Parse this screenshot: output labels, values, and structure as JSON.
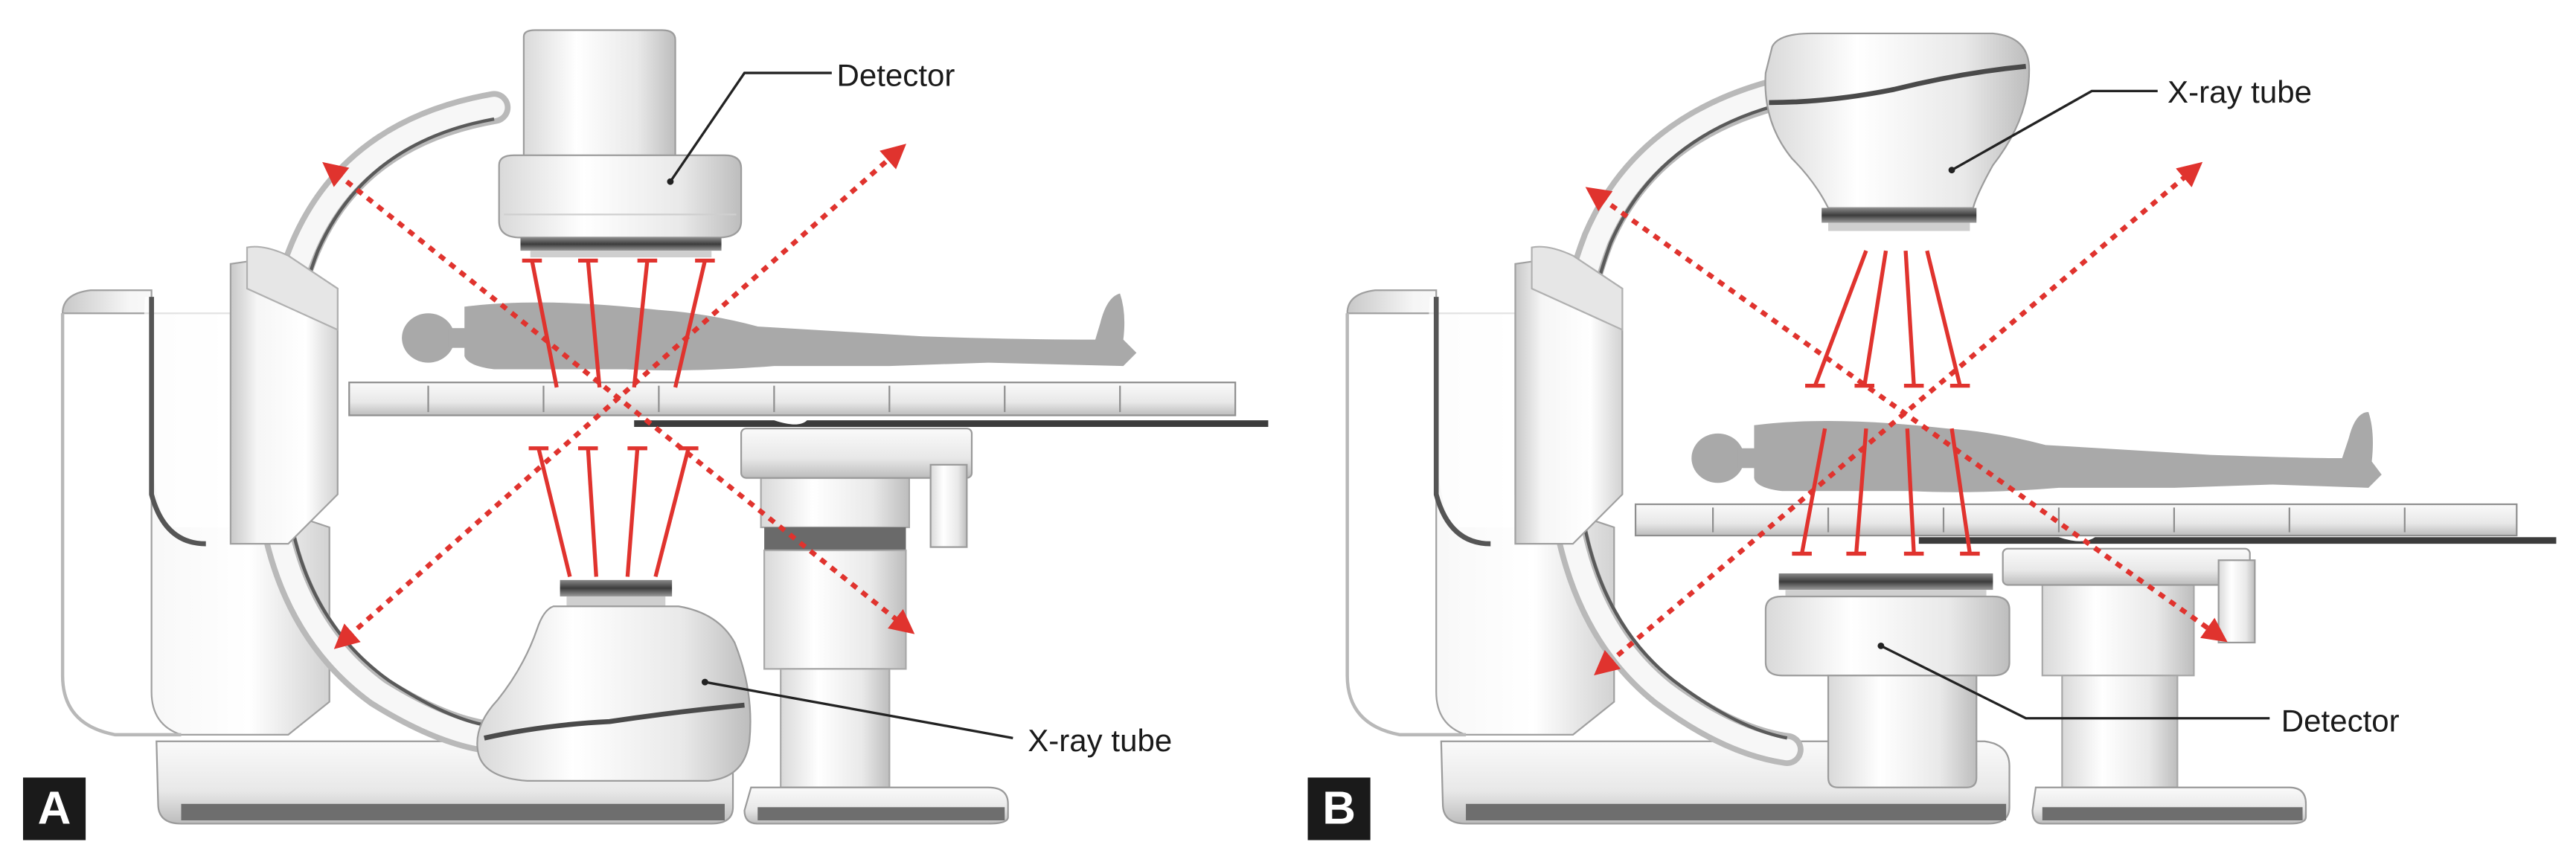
{
  "panels": [
    {
      "letter": "A",
      "labels": {
        "top": "Detector",
        "bottom": "X-ray tube"
      }
    },
    {
      "letter": "B",
      "labels": {
        "top": "X-ray tube",
        "bottom": "Detector"
      }
    }
  ],
  "colors": {
    "beam": "#e0332e",
    "body_silhouette": "#a9a9a9",
    "machine_light": "#f3f3f3",
    "machine_shade": "#c9c9c9",
    "machine_dark": "#4a4a4a",
    "badge": "#1a1a1a"
  }
}
